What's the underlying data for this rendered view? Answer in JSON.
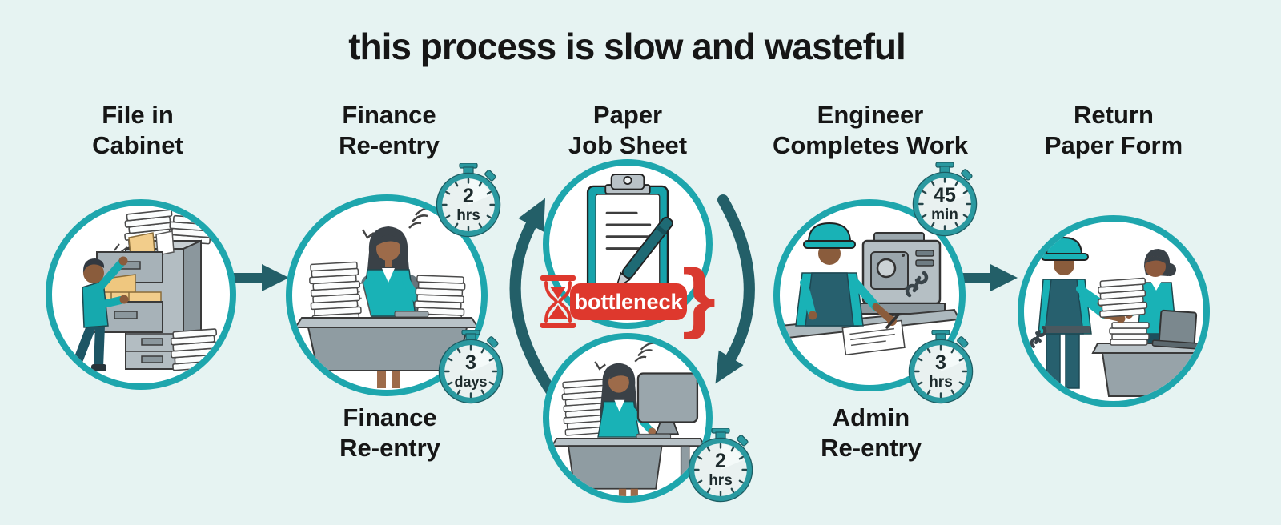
{
  "title": "this process is slow and wasteful",
  "stages": [
    {
      "name": "file-in-cabinet",
      "label_line1": "File in",
      "label_line2": "Cabinet"
    },
    {
      "name": "finance-re-entry",
      "label_line1": "Finance",
      "label_line2": "Re-entry"
    },
    {
      "name": "paper-job-sheet",
      "label_line1": "Paper",
      "label_line2": "Job Sheet"
    },
    {
      "name": "engineer-completes-work",
      "label_line1": "Engineer",
      "label_line2": "Completes Work"
    },
    {
      "name": "return-paper-form",
      "label_line1": "Return",
      "label_line2": "Paper Form"
    }
  ],
  "bottom_labels": [
    {
      "line1": "Finance",
      "line2": "Re-entry"
    },
    {
      "line1": "Admin",
      "line2": "Re-entry"
    }
  ],
  "timers": [
    {
      "value": "2",
      "unit": "hrs"
    },
    {
      "value": "3",
      "unit": "days"
    },
    {
      "value": "2",
      "unit": "hrs"
    },
    {
      "value": "45",
      "unit": "min"
    },
    {
      "value": "3",
      "unit": "hrs"
    }
  ],
  "bottleneck": {
    "label": "bottleneck",
    "brace_glyph": "}"
  },
  "icons": {
    "timer": "stopwatch-icon",
    "delay": "hourglass-icon",
    "flow": "arrow-right-icon",
    "loop": "cycle-arrows",
    "document": "clipboard-icon",
    "writing": "pen-icon"
  },
  "colors": {
    "background": "#e6f3f2",
    "circle_ring": "#1ea6ad",
    "flow_arrow": "#235f68",
    "alert_red": "#de382d",
    "text": "#161616",
    "stopwatch_rim": "#2a99a0",
    "stopwatch_face": "#e9f1f0",
    "clothing_teal": "#19b2b6",
    "furniture_gray": "#b3bdc2"
  }
}
